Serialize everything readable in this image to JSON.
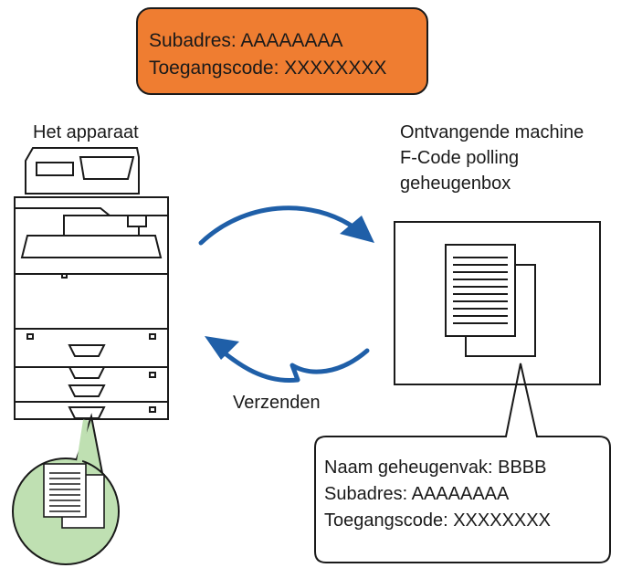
{
  "sender_box": {
    "subaddress": "Subadres: AAAAAAAA",
    "access_code": "Toegangscode: XXXXXXXX",
    "color": "#ef7d31"
  },
  "device": {
    "label": "Het apparaat"
  },
  "receiver": {
    "lines": [
      "Ontvangende machine",
      "F-Code polling",
      "geheugenbox"
    ]
  },
  "transfer": {
    "label": "Verzenden",
    "arrow_color": "#1f5fa8"
  },
  "memory_box_callout": {
    "name": "Naam geheugenvak: BBBB",
    "subaddress": "Subadres: AAAAAAAA",
    "access_code": "Toegangscode: XXXXXXXX"
  },
  "document_bubble_color": "#bfe0b2"
}
